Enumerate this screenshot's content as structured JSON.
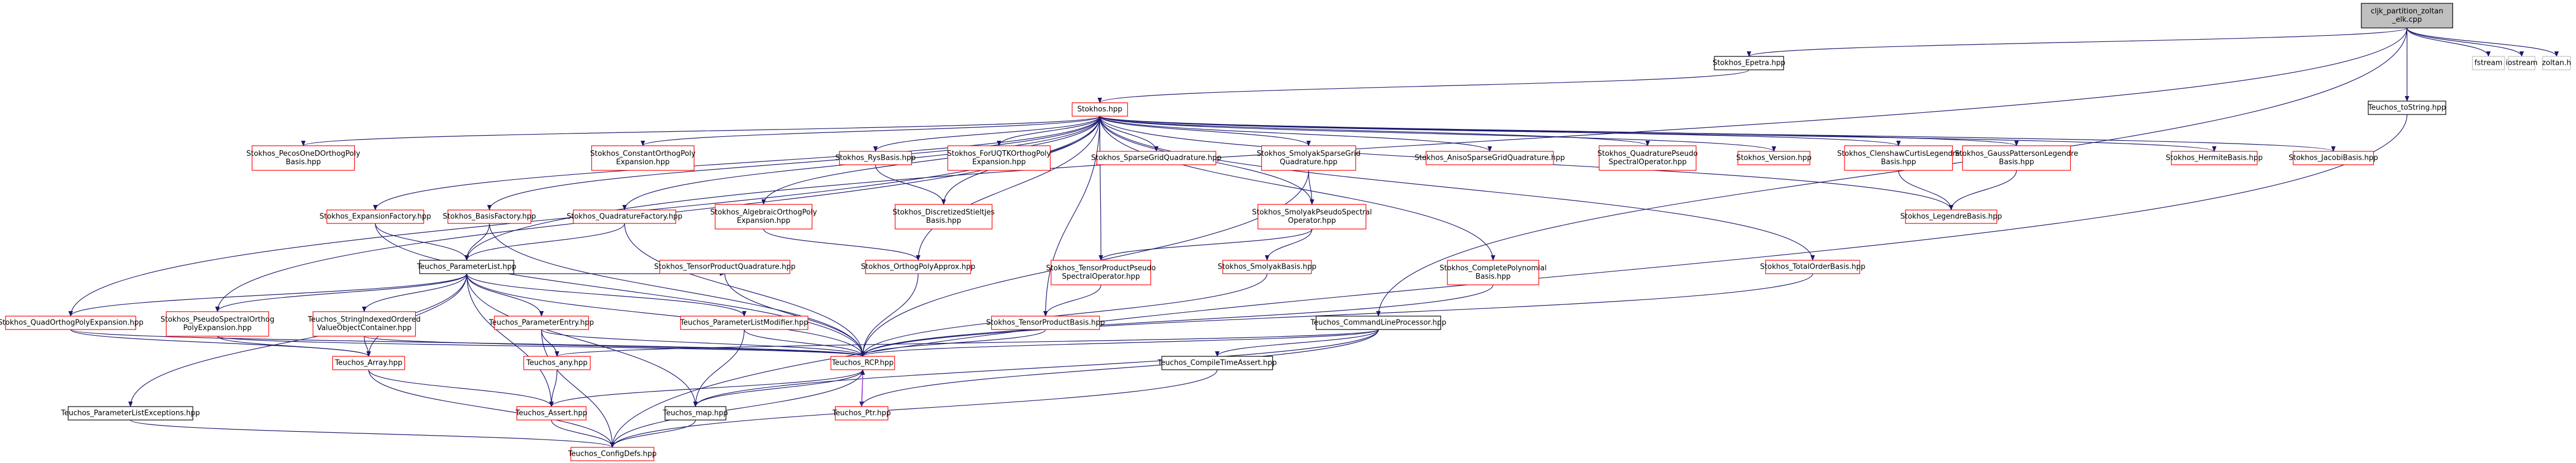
{
  "colors": {
    "root_fill": "#bfbfbf",
    "node_fill": "#ffffff",
    "border_black": "#000000",
    "border_red": "#ff0000",
    "text": "#000000",
    "edge_blue": "#191970",
    "edge_purple": "#9a32cd"
  },
  "nodes": [
    {
      "id": "root",
      "lines": [
        "cljk_partition_zoltan",
        "_elk.cpp"
      ],
      "border": "black",
      "fill": "root"
    },
    {
      "id": "epetra",
      "lines": [
        "Stokhos_Epetra.hpp"
      ],
      "border": "black"
    },
    {
      "id": "fstream",
      "lines": [
        "fstream"
      ],
      "border": "gray"
    },
    {
      "id": "iostream",
      "lines": [
        "iostream"
      ],
      "border": "gray"
    },
    {
      "id": "zoltan",
      "lines": [
        "zoltan.h"
      ],
      "border": "gray"
    },
    {
      "id": "tostring",
      "lines": [
        "Teuchos_toString.hpp"
      ],
      "border": "black"
    },
    {
      "id": "stokhos",
      "lines": [
        "Stokhos.hpp"
      ],
      "border": "red"
    },
    {
      "id": "pecos",
      "lines": [
        "Stokhos_PecosOneDOrthogPoly",
        "Basis.hpp"
      ],
      "border": "red"
    },
    {
      "id": "constant",
      "lines": [
        "Stokhos_ConstantOrthogPoly",
        "Expansion.hpp"
      ],
      "border": "red"
    },
    {
      "id": "rys",
      "lines": [
        "Stokhos_RysBasis.hpp"
      ],
      "border": "red"
    },
    {
      "id": "forujtk",
      "lines": [
        "Stokhos_ForUQTKOrthogPoly",
        "Expansion.hpp"
      ],
      "border": "red"
    },
    {
      "id": "sparsegridquad",
      "lines": [
        "Stokhos_SparseGridQuadrature.hpp"
      ],
      "border": "red"
    },
    {
      "id": "smolyaksparse",
      "lines": [
        "Stokhos_SmolyakSparseGrid",
        "Quadrature.hpp"
      ],
      "border": "red"
    },
    {
      "id": "anisosparse",
      "lines": [
        "Stokhos_AnisoSparseGridQuadrature.hpp"
      ],
      "border": "red"
    },
    {
      "id": "quadpseudo",
      "lines": [
        "Stokhos_QuadraturePseudo",
        "SpectralOperator.hpp"
      ],
      "border": "red"
    },
    {
      "id": "version",
      "lines": [
        "Stokhos_Version.hpp"
      ],
      "border": "red"
    },
    {
      "id": "clenshaw",
      "lines": [
        "Stokhos_ClenshawCurtisLegendre",
        "Basis.hpp"
      ],
      "border": "red"
    },
    {
      "id": "gausspatt",
      "lines": [
        "Stokhos_GaussPattersonLegendre",
        "Basis.hpp"
      ],
      "border": "red"
    },
    {
      "id": "hermite",
      "lines": [
        "Stokhos_HermiteBasis.hpp"
      ],
      "border": "red"
    },
    {
      "id": "jacobi",
      "lines": [
        "Stokhos_JacobiBasis.hpp"
      ],
      "border": "red"
    },
    {
      "id": "expfactory",
      "lines": [
        "Stokhos_ExpansionFactory.hpp"
      ],
      "border": "red"
    },
    {
      "id": "basisfactory",
      "lines": [
        "Stokhos_BasisFactory.hpp"
      ],
      "border": "red"
    },
    {
      "id": "quadfactory",
      "lines": [
        "Stokhos_QuadratureFactory.hpp"
      ],
      "border": "red"
    },
    {
      "id": "algebraic",
      "lines": [
        "Stokhos_AlgebraicOrthogPoly",
        "Expansion.hpp"
      ],
      "border": "red"
    },
    {
      "id": "discretized",
      "lines": [
        "Stokhos_DiscretizedStieltjes",
        "Basis.hpp"
      ],
      "border": "red"
    },
    {
      "id": "smolyakpseudo",
      "lines": [
        "Stokhos_SmolyakPseudoSpectral",
        "Operator.hpp"
      ],
      "border": "red"
    },
    {
      "id": "legendre",
      "lines": [
        "Stokhos_LegendreBasis.hpp"
      ],
      "border": "red"
    },
    {
      "id": "paramlist",
      "lines": [
        "Teuchos_ParameterList.hpp"
      ],
      "border": "black"
    },
    {
      "id": "tensorquad",
      "lines": [
        "Stokhos_TensorProductQuadrature.hpp"
      ],
      "border": "red"
    },
    {
      "id": "orthogapprox",
      "lines": [
        "Stokhos_OrthogPolyApprox.hpp"
      ],
      "border": "red"
    },
    {
      "id": "tensorpseudo",
      "lines": [
        "Stokhos_TensorProductPseudo",
        "SpectralOperator.hpp"
      ],
      "border": "red"
    },
    {
      "id": "smolyakbasis",
      "lines": [
        "Stokhos_SmolyakBasis.hpp"
      ],
      "border": "red"
    },
    {
      "id": "completepoly",
      "lines": [
        "Stokhos_CompletePolynomial",
        "Basis.hpp"
      ],
      "border": "red"
    },
    {
      "id": "totalorder",
      "lines": [
        "Stokhos_TotalOrderBasis.hpp"
      ],
      "border": "red"
    },
    {
      "id": "quadorthog",
      "lines": [
        "Stokhos_QuadOrthogPolyExpansion.hpp"
      ],
      "border": "red"
    },
    {
      "id": "pseudospectral",
      "lines": [
        "Stokhos_PseudoSpectralOrthog",
        "PolyExpansion.hpp"
      ],
      "border": "red"
    },
    {
      "id": "stringindexed",
      "lines": [
        "Teuchos_StringIndexedOrdered",
        "ValueObjectContainer.hpp"
      ],
      "border": "red"
    },
    {
      "id": "paramentry",
      "lines": [
        "Teuchos_ParameterEntry.hpp"
      ],
      "border": "red"
    },
    {
      "id": "paramlistmod",
      "lines": [
        "Teuchos_ParameterListModifier.hpp"
      ],
      "border": "red"
    },
    {
      "id": "tensorbasis",
      "lines": [
        "Stokhos_TensorProductBasis.hpp"
      ],
      "border": "red"
    },
    {
      "id": "cmdline",
      "lines": [
        "Teuchos_CommandLineProcessor.hpp"
      ],
      "border": "black"
    },
    {
      "id": "any",
      "lines": [
        "Teuchos_any.hpp"
      ],
      "border": "red"
    },
    {
      "id": "array",
      "lines": [
        "Teuchos_Array.hpp"
      ],
      "border": "red"
    },
    {
      "id": "rcp",
      "lines": [
        "Teuchos_RCP.hpp"
      ],
      "border": "red"
    },
    {
      "id": "compiletime",
      "lines": [
        "Teuchos_CompileTimeAssert.hpp"
      ],
      "border": "black"
    },
    {
      "id": "paramlistexc",
      "lines": [
        "Teuchos_ParameterListExceptions.hpp"
      ],
      "border": "black"
    },
    {
      "id": "assert",
      "lines": [
        "Teuchos_Assert.hpp"
      ],
      "border": "red"
    },
    {
      "id": "map",
      "lines": [
        "Teuchos_map.hpp"
      ],
      "border": "black"
    },
    {
      "id": "ptr",
      "lines": [
        "Teuchos_Ptr.hpp"
      ],
      "border": "red"
    },
    {
      "id": "configdefs",
      "lines": [
        "Teuchos_ConfigDefs.hpp"
      ],
      "border": "red"
    }
  ],
  "edges": [
    [
      "root",
      "epetra"
    ],
    [
      "root",
      "fstream"
    ],
    [
      "root",
      "iostream"
    ],
    [
      "root",
      "zoltan"
    ],
    [
      "root",
      "tostring"
    ],
    [
      "root",
      "paramlist"
    ],
    [
      "root",
      "cmdline"
    ],
    [
      "epetra",
      "stokhos"
    ],
    [
      "tostring",
      "configdefs"
    ],
    [
      "stokhos",
      "pecos"
    ],
    [
      "stokhos",
      "constant"
    ],
    [
      "stokhos",
      "rys"
    ],
    [
      "stokhos",
      "forujtk"
    ],
    [
      "stokhos",
      "sparsegridquad"
    ],
    [
      "stokhos",
      "smolyaksparse"
    ],
    [
      "stokhos",
      "anisosparse"
    ],
    [
      "stokhos",
      "quadpseudo"
    ],
    [
      "stokhos",
      "version"
    ],
    [
      "stokhos",
      "clenshaw"
    ],
    [
      "stokhos",
      "gausspatt"
    ],
    [
      "stokhos",
      "hermite"
    ],
    [
      "stokhos",
      "jacobi"
    ],
    [
      "stokhos",
      "expfactory"
    ],
    [
      "stokhos",
      "basisfactory"
    ],
    [
      "stokhos",
      "quadfactory"
    ],
    [
      "stokhos",
      "algebraic"
    ],
    [
      "stokhos",
      "discretized"
    ],
    [
      "stokhos",
      "smolyakpseudo"
    ],
    [
      "stokhos",
      "legendre"
    ],
    [
      "stokhos",
      "tensorpseudo"
    ],
    [
      "stokhos",
      "completepoly"
    ],
    [
      "stokhos",
      "totalorder"
    ],
    [
      "stokhos",
      "quadorthog"
    ],
    [
      "stokhos",
      "pseudospectral"
    ],
    [
      "stokhos",
      "tensorbasis"
    ],
    [
      "stokhos",
      "orthogapprox"
    ],
    [
      "rys",
      "discretized"
    ],
    [
      "smolyaksparse",
      "smolyakpseudo"
    ],
    [
      "smolyaksparse",
      "rcp"
    ],
    [
      "clenshaw",
      "legendre"
    ],
    [
      "gausspatt",
      "legendre"
    ],
    [
      "expfactory",
      "paramlist"
    ],
    [
      "expfactory",
      "rcp"
    ],
    [
      "basisfactory",
      "paramlist"
    ],
    [
      "basisfactory",
      "rcp"
    ],
    [
      "quadfactory",
      "paramlist"
    ],
    [
      "quadfactory",
      "rcp"
    ],
    [
      "algebraic",
      "orthogapprox"
    ],
    [
      "smolyakpseudo",
      "tensorpseudo"
    ],
    [
      "smolyakpseudo",
      "smolyakbasis"
    ],
    [
      "tensorpseudo",
      "tensorbasis"
    ],
    [
      "smolyakbasis",
      "rcp"
    ],
    [
      "completepoly",
      "rcp"
    ],
    [
      "totalorder",
      "rcp"
    ],
    [
      "paramlist",
      "tensorquad"
    ],
    [
      "paramlist",
      "quadorthog"
    ],
    [
      "paramlist",
      "pseudospectral"
    ],
    [
      "paramlist",
      "stringindexed"
    ],
    [
      "paramlist",
      "paramentry"
    ],
    [
      "paramlist",
      "paramlistmod"
    ],
    [
      "paramlist",
      "paramlistexc"
    ],
    [
      "paramlist",
      "array"
    ],
    [
      "paramlist",
      "assert"
    ],
    [
      "paramlist",
      "map"
    ],
    [
      "paramlist",
      "rcp"
    ],
    [
      "tensorquad",
      "rcp"
    ],
    [
      "orthogapprox",
      "rcp"
    ],
    [
      "tensorbasis",
      "rcp"
    ],
    [
      "quadorthog",
      "array"
    ],
    [
      "quadorthog",
      "rcp"
    ],
    [
      "pseudospectral",
      "array"
    ],
    [
      "pseudospectral",
      "rcp"
    ],
    [
      "stringindexed",
      "array"
    ],
    [
      "stringindexed",
      "rcp"
    ],
    [
      "paramentry",
      "any"
    ],
    [
      "paramentry",
      "rcp"
    ],
    [
      "paramentry",
      "configdefs"
    ],
    [
      "paramlistmod",
      "rcp"
    ],
    [
      "paramlistmod",
      "map"
    ],
    [
      "cmdline",
      "rcp"
    ],
    [
      "cmdline",
      "compiletime"
    ],
    [
      "cmdline",
      "any"
    ],
    [
      "cmdline",
      "ptr"
    ],
    [
      "cmdline",
      "map"
    ],
    [
      "any",
      "assert"
    ],
    [
      "array",
      "assert"
    ],
    [
      "array",
      "configdefs"
    ],
    [
      "rcp",
      "assert"
    ],
    [
      "rcp",
      "ptr"
    ],
    [
      "rcp",
      "map"
    ],
    [
      "rcp",
      "configdefs"
    ],
    [
      "ptr",
      "rcp"
    ],
    [
      "compiletime",
      "configdefs"
    ],
    [
      "paramlistexc",
      "configdefs"
    ],
    [
      "assert",
      "configdefs"
    ],
    [
      "map",
      "configdefs"
    ]
  ]
}
